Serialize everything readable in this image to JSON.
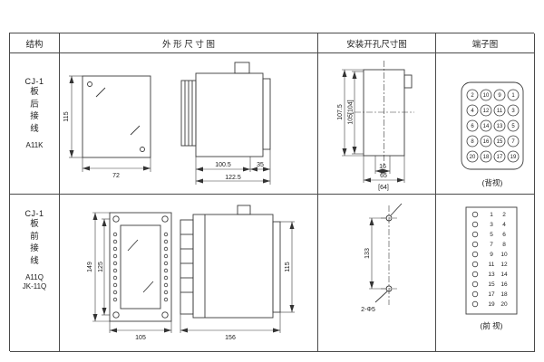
{
  "headers": {
    "structure": "结构",
    "outline": "外 形 尺 寸 图",
    "install": "安装开孔尺寸图",
    "terminal": "端子图"
  },
  "row1": {
    "structure": {
      "model": "CJ-1",
      "chars": [
        "板",
        "后",
        "接",
        "线"
      ],
      "code": "A11K"
    },
    "outline": {
      "dim_height": "115",
      "dim_width": "72",
      "dim_depth": "100.5",
      "dim_total": "122.5",
      "dim_tail": "35"
    },
    "install": {
      "dim_v_outer": "107.5",
      "dim_v_inner": "105[104]",
      "dim_h_small": "16",
      "dim_h": "65",
      "dim_h_alt": "[64]"
    },
    "terminal": {
      "view_label": "(背视)",
      "rows": [
        [
          "2",
          "10",
          "9",
          "1"
        ],
        [
          "4",
          "12",
          "11",
          "3"
        ],
        [
          "6",
          "14",
          "13",
          "5"
        ],
        [
          "8",
          "16",
          "15",
          "7"
        ],
        [
          "20",
          "18",
          "17",
          "19"
        ]
      ]
    }
  },
  "row2": {
    "structure": {
      "model": "CJ-1",
      "chars": [
        "板",
        "前",
        "接",
        "线"
      ],
      "code1": "A11Q",
      "code2": "JK-11Q"
    },
    "outline": {
      "dim_height_outer": "149",
      "dim_height_inner": "125",
      "dim_width": "105",
      "dim_depth": "156",
      "dim_panel": "115"
    },
    "install": {
      "dim_v": "133",
      "hole_label": "2-Φ5"
    },
    "terminal": {
      "view_label": "(前 视)",
      "pairs": [
        [
          "1",
          "2"
        ],
        [
          "3",
          "4"
        ],
        [
          "5",
          "6"
        ],
        [
          "7",
          "8"
        ],
        [
          "9",
          "10"
        ],
        [
          "11",
          "12"
        ],
        [
          "13",
          "14"
        ],
        [
          "15",
          "16"
        ],
        [
          "17",
          "18"
        ],
        [
          "19",
          "20"
        ]
      ]
    }
  }
}
